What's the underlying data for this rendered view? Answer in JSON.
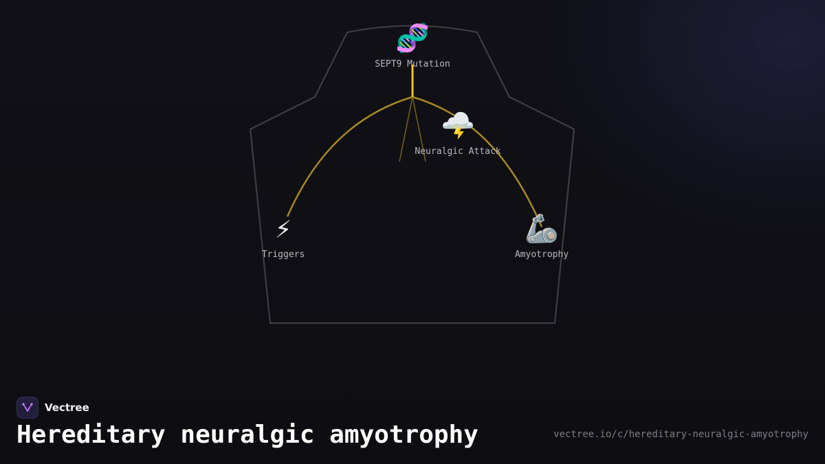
{
  "diagram": {
    "nodes": [
      {
        "id": "sept9",
        "icon": "dna-icon",
        "glyph": "🧬",
        "label": "SEPT9 Mutation"
      },
      {
        "id": "attack",
        "icon": "storm-cloud-icon",
        "glyph": "🌩️",
        "label": "Neuralgic Attack"
      },
      {
        "id": "triggers",
        "icon": "lightning-icon",
        "glyph": "⚡",
        "label": "Triggers"
      },
      {
        "id": "amyotrophy",
        "icon": "mechanical-arm-icon",
        "glyph": "🦾",
        "label": "Amyotrophy"
      }
    ],
    "colors": {
      "outline": "#3c3c44",
      "stem": "#f5c518",
      "branch": "#a88a1c",
      "thin_branch": "#7a6414"
    }
  },
  "brand": {
    "name": "Vectree",
    "accent": "#b15cf0"
  },
  "footer": {
    "title": "Hereditary neuralgic amyotrophy",
    "url": "vectree.io/c/hereditary-neuralgic-amyotrophy"
  }
}
